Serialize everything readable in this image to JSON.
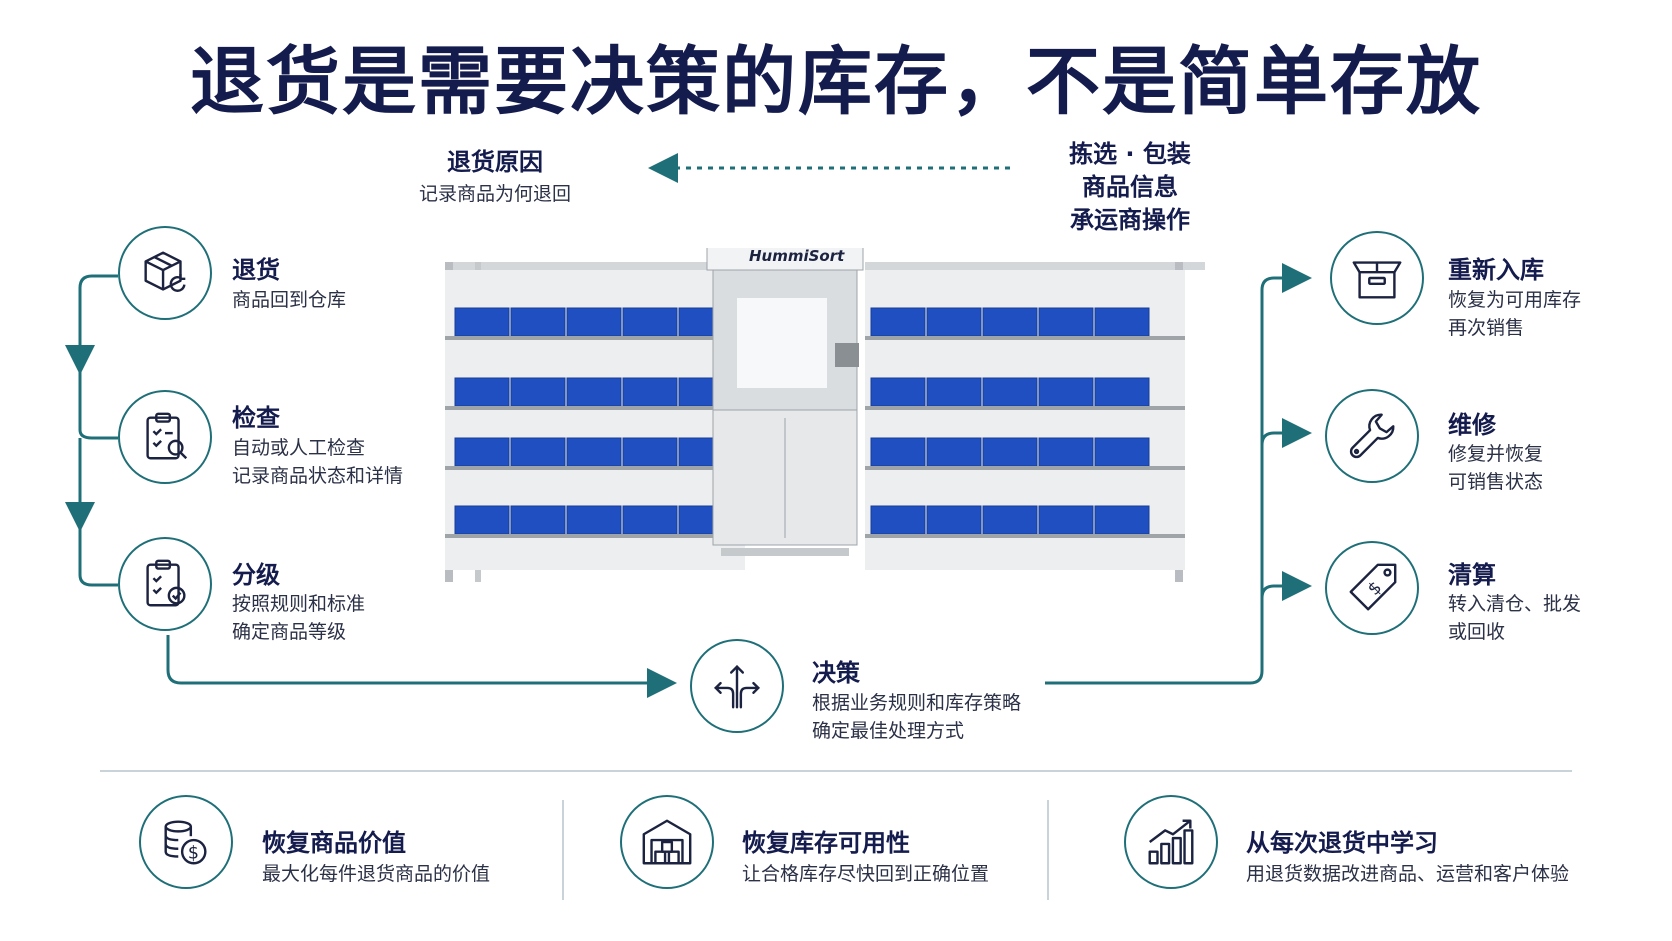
{
  "title": "退货是需要决策的库存，不是简单存放",
  "top_left": {
    "heading": "退货原因",
    "text": "记录商品为何退回"
  },
  "top_right": {
    "line1": "拣选 · 包装",
    "line2": "商品信息",
    "line3": "承运商操作"
  },
  "machine_brand": "HummiSort",
  "left_steps": [
    {
      "icon": "return-box-icon",
      "heading": "退货",
      "lines": [
        "商品回到仓库"
      ]
    },
    {
      "icon": "clipboard-search-icon",
      "heading": "检查",
      "lines": [
        "自动或人工检查",
        "记录商品状态和详情"
      ]
    },
    {
      "icon": "clipboard-check-icon",
      "heading": "分级",
      "lines": [
        "按照规则和标准",
        "确定商品等级"
      ]
    }
  ],
  "decision": {
    "icon": "decision-arrows-icon",
    "heading": "决策",
    "lines": [
      "根据业务规则和库存策略",
      "确定最佳处理方式"
    ]
  },
  "right_outcomes": [
    {
      "icon": "open-box-icon",
      "heading": "重新入库",
      "lines": [
        "恢复为可用库存",
        "再次销售"
      ]
    },
    {
      "icon": "wrench-icon",
      "heading": "维修",
      "lines": [
        "修复并恢复",
        "可销售状态"
      ]
    },
    {
      "icon": "price-tag-icon",
      "heading": "清算",
      "lines": [
        "转入清仓、批发",
        "或回收"
      ]
    }
  ],
  "benefits": [
    {
      "icon": "coins-dollar-icon",
      "heading": "恢复商品价值",
      "text": "最大化每件退货商品的价值"
    },
    {
      "icon": "warehouse-icon",
      "heading": "恢复库存可用性",
      "text": "让合格库存尽快回到正确位置"
    },
    {
      "icon": "growth-chart-icon",
      "heading": "从每次退货中学习",
      "text": "用退货数据改进商品、运营和客户体验"
    }
  ],
  "colors": {
    "title": "#141b4d",
    "accent": "#1f6f78",
    "bin": "#1f4fc0"
  }
}
